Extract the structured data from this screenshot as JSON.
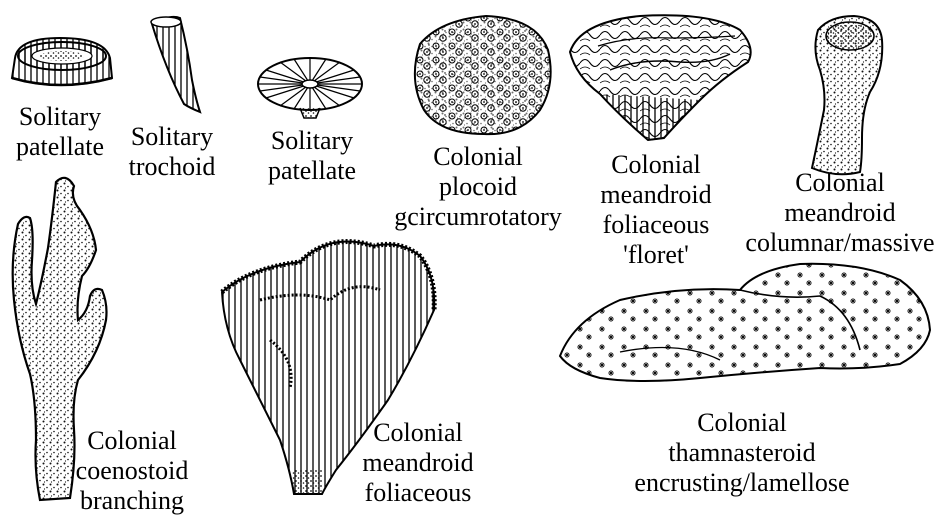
{
  "specimens": [
    {
      "id": "solitary-patellate-1",
      "lines": [
        "Solitary",
        "patellate"
      ]
    },
    {
      "id": "solitary-trochoid",
      "lines": [
        "Solitary",
        "trochoid"
      ]
    },
    {
      "id": "solitary-patellate-2",
      "lines": [
        "Solitary",
        "patellate"
      ]
    },
    {
      "id": "colonial-plocoid",
      "lines": [
        "Colonial",
        "plocoid",
        "gcircumrotatory"
      ]
    },
    {
      "id": "colonial-floret",
      "lines": [
        "Colonial",
        "meandroid",
        "foliaceous",
        "'floret'"
      ]
    },
    {
      "id": "colonial-columnar",
      "lines": [
        "Colonial",
        "meandroid",
        "columnar/massive"
      ]
    },
    {
      "id": "colonial-branching",
      "lines": [
        "Colonial",
        "coenostoid",
        "branching"
      ]
    },
    {
      "id": "colonial-foliaceous",
      "lines": [
        "Colonial",
        "meandroid",
        "foliaceous"
      ]
    },
    {
      "id": "colonial-encrusting",
      "lines": [
        "Colonial",
        "thamnasteroid",
        "encrusting/lamellose"
      ]
    }
  ],
  "colors": {
    "ink": "#000000",
    "paper": "#ffffff",
    "stipple": "#1a1a1a"
  }
}
